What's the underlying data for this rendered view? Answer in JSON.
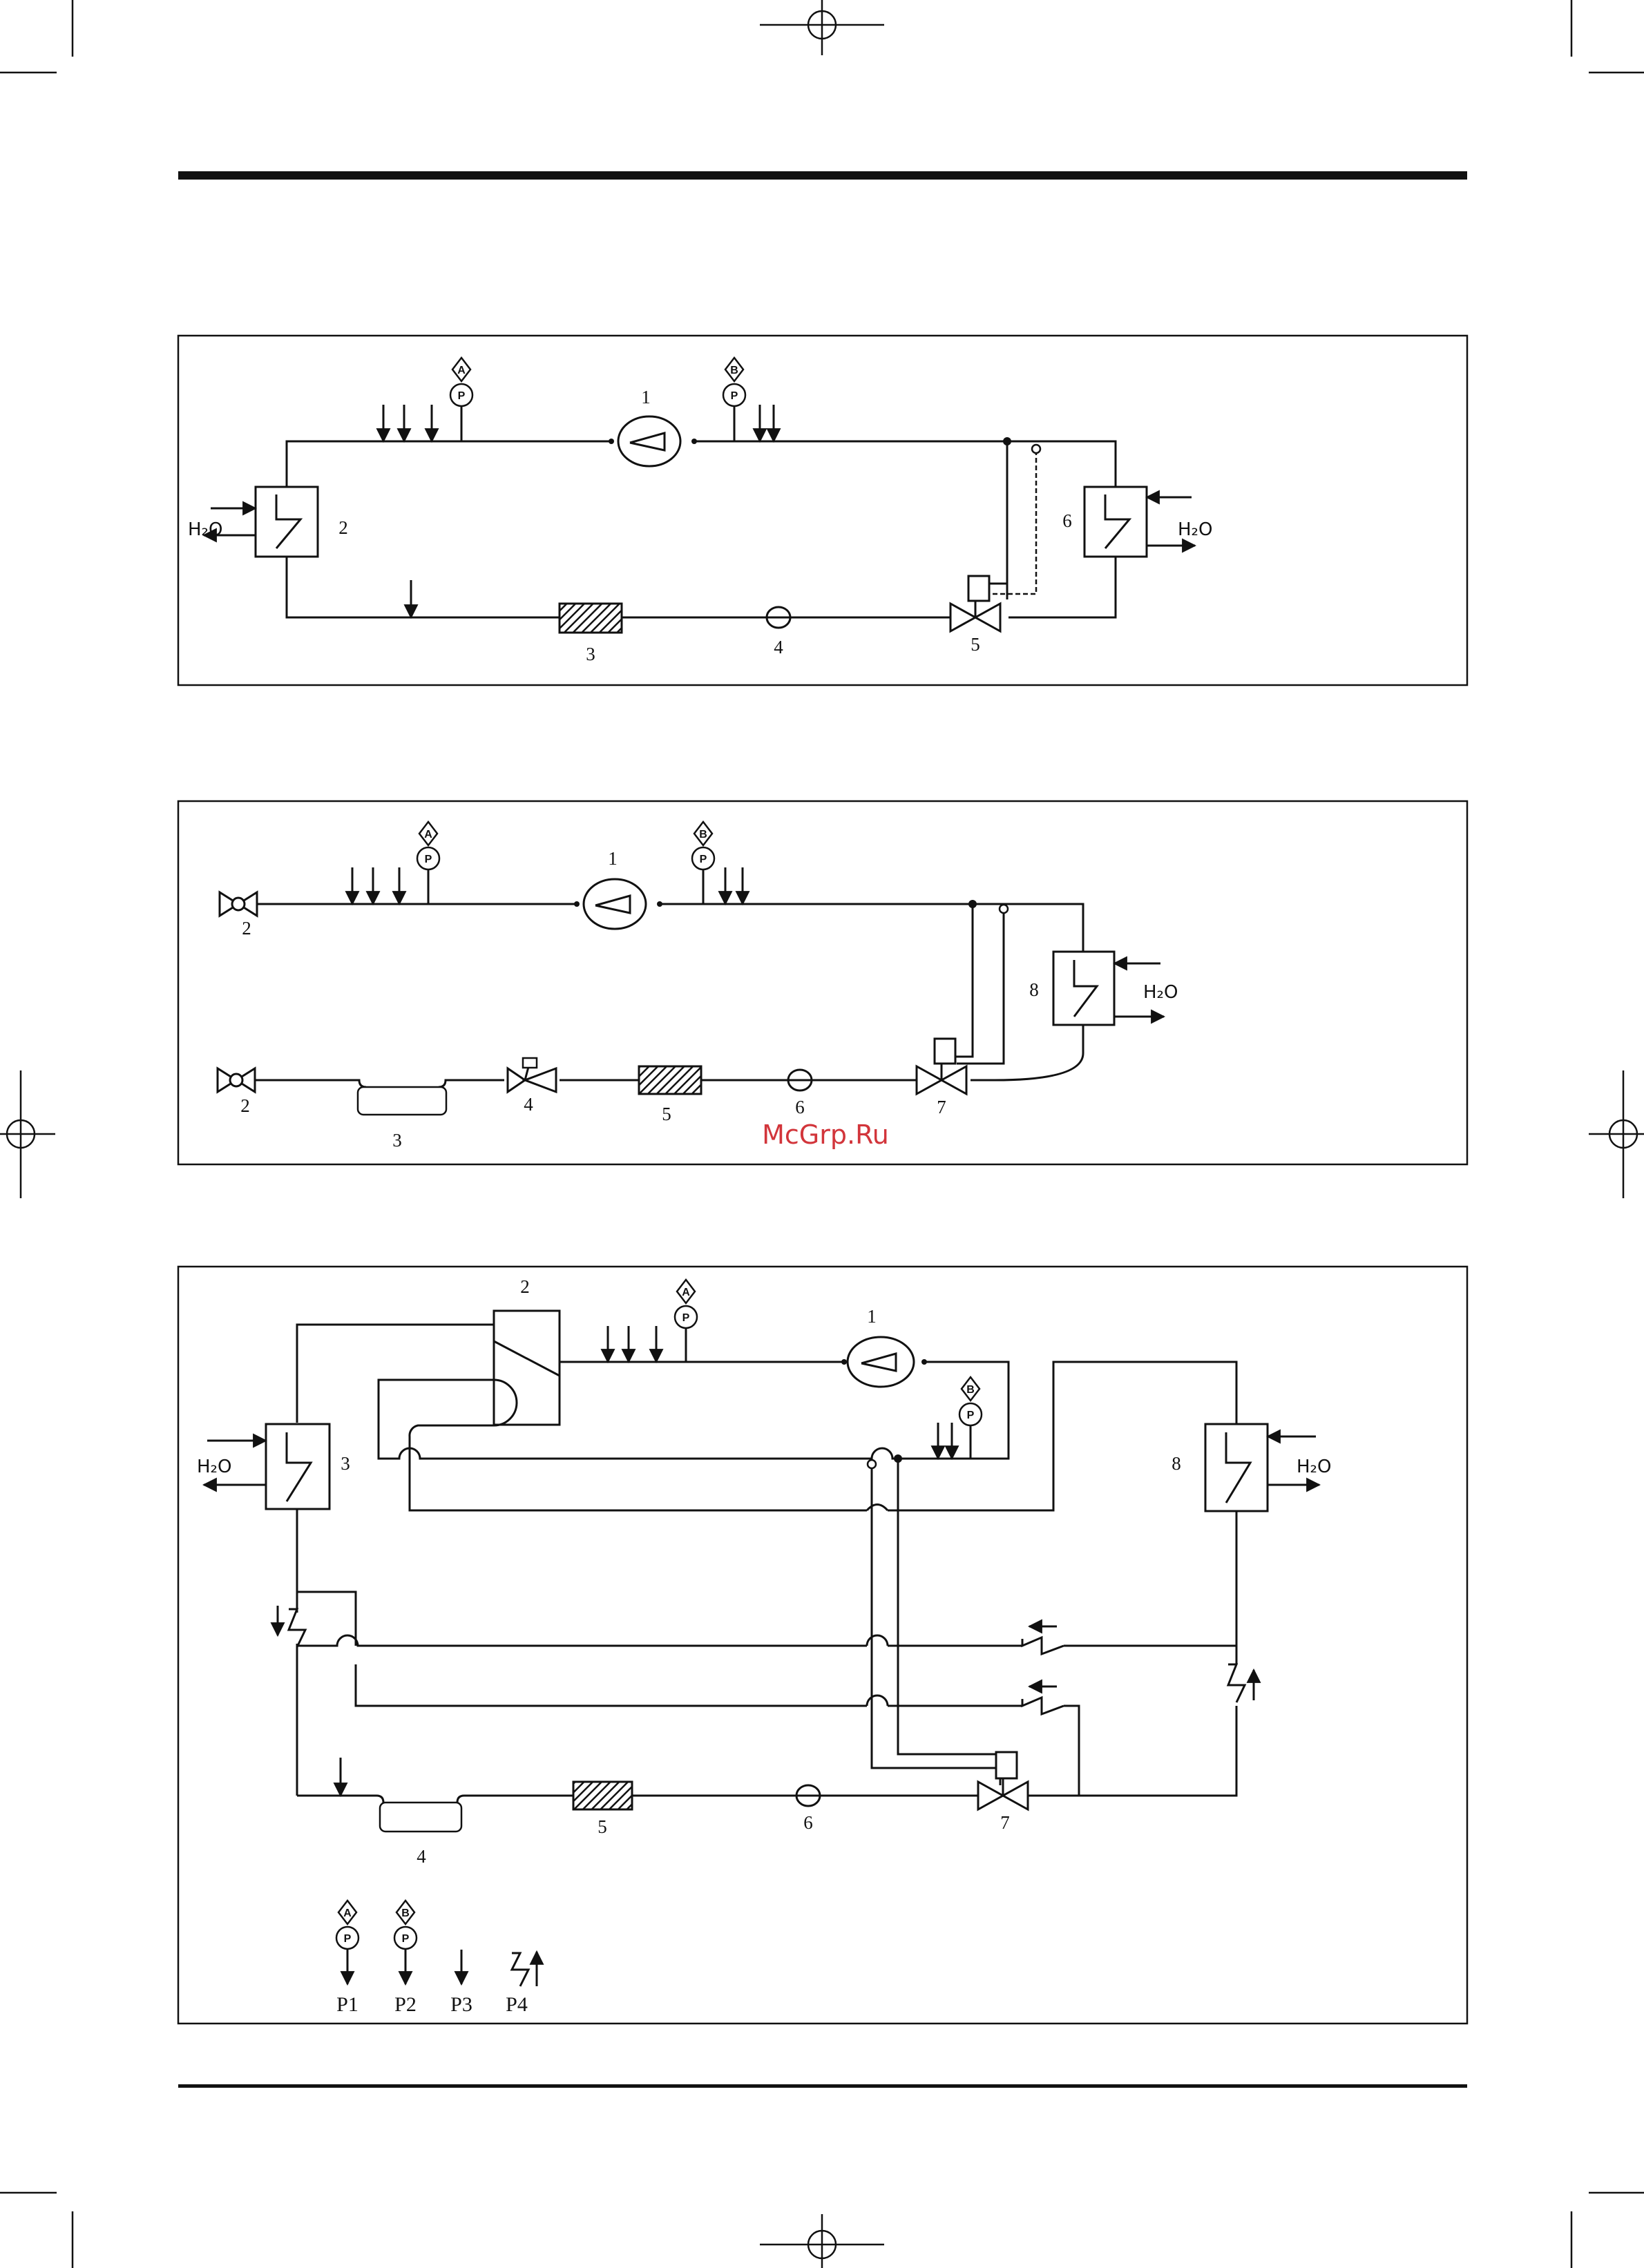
{
  "watermark": "McGrp.Ru",
  "fluid": "H₂O",
  "diagram_a": {
    "labels": [
      "1",
      "2",
      "3",
      "4",
      "5",
      "6"
    ],
    "gauge_keys": [
      "A",
      "B"
    ],
    "gauge_letter": "P"
  },
  "diagram_b": {
    "labels": [
      "1",
      "2",
      "2",
      "3",
      "4",
      "5",
      "6",
      "7",
      "8"
    ],
    "gauge_keys": [
      "A",
      "B"
    ],
    "gauge_letter": "P"
  },
  "diagram_c": {
    "labels": [
      "1",
      "2",
      "3",
      "4",
      "5",
      "6",
      "7",
      "8"
    ],
    "gauge_keys": [
      "A",
      "B"
    ],
    "gauge_letter": "P"
  },
  "legend": {
    "items": [
      {
        "symbol": "gauge-A",
        "label": "P1"
      },
      {
        "symbol": "gauge-B",
        "label": "P2"
      },
      {
        "symbol": "arrow",
        "label": "P3"
      },
      {
        "symbol": "check-valve-arrow",
        "label": "P4"
      }
    ]
  }
}
